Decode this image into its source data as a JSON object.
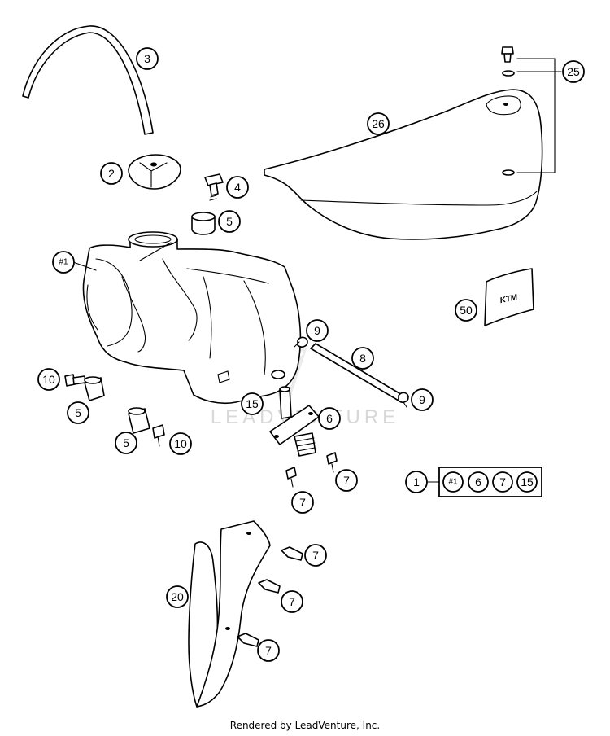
{
  "callouts": {
    "c3": "3",
    "c2": "2",
    "c4": "4",
    "c5a": "5",
    "c1tank": "#1",
    "c25": "25",
    "c26": "26",
    "c50": "50",
    "c9a": "9",
    "c8": "8",
    "c9b": "9",
    "c10a": "10",
    "c5b": "5",
    "c15": "15",
    "c6": "6",
    "c5c": "5",
    "c10b": "10",
    "c7a": "7",
    "c7b": "7",
    "c20": "20",
    "c7c": "7",
    "c7d": "7",
    "c7e": "7"
  },
  "kit": {
    "number": "1",
    "contents": [
      "#1",
      "6",
      "7",
      "15"
    ]
  },
  "decal_text": "KTM",
  "watermark": "LEADVENTURE",
  "footer": "Rendered by LeadVenture, Inc."
}
